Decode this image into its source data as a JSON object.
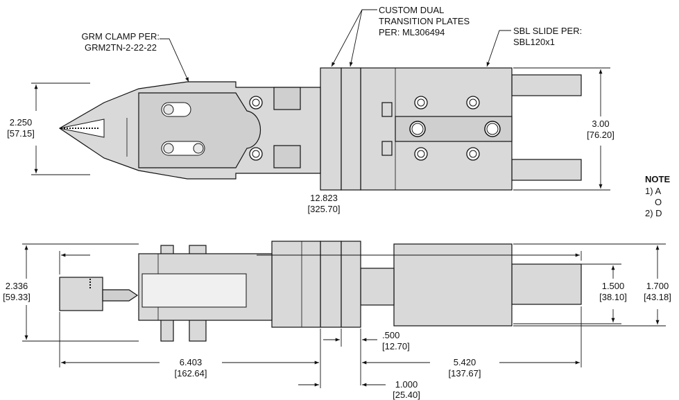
{
  "callouts": {
    "grm_clamp_line1": "GRM CLAMP PER:",
    "grm_clamp_line2": "GRM2TN-2-22-22",
    "plates_line1": "CUSTOM DUAL",
    "plates_line2": "TRANSITION PLATES",
    "plates_line3": "PER: ML306494",
    "slide_line1": "SBL SLIDE PER:",
    "slide_line2": "SBL120x1"
  },
  "notes": {
    "heading": "NOTE",
    "line1": "1) A",
    "line1_cont": "O",
    "line2": "2) D"
  },
  "dimensions": {
    "top_height_in": "2.250",
    "top_height_mm": "[57.15]",
    "slide_height_in": "3.00",
    "slide_height_mm": "[76.20]",
    "overall_length_in": "12.823",
    "overall_length_mm": "[325.70]",
    "side_height_in": "2.336",
    "side_height_mm": "[59.33]",
    "stroke_in": "1.500",
    "stroke_mm": "[38.10]",
    "body_height_in": "1.700",
    "body_height_mm": "[43.18]",
    "plate_thk_in": ".500",
    "plate_thk_mm": "[12.70]",
    "clamp_len_in": "6.403",
    "clamp_len_mm": "[162.64]",
    "slide_len_in": "5.420",
    "slide_len_mm": "[137.67]",
    "offset_in": "1.000",
    "offset_mm": "[25.40]"
  }
}
